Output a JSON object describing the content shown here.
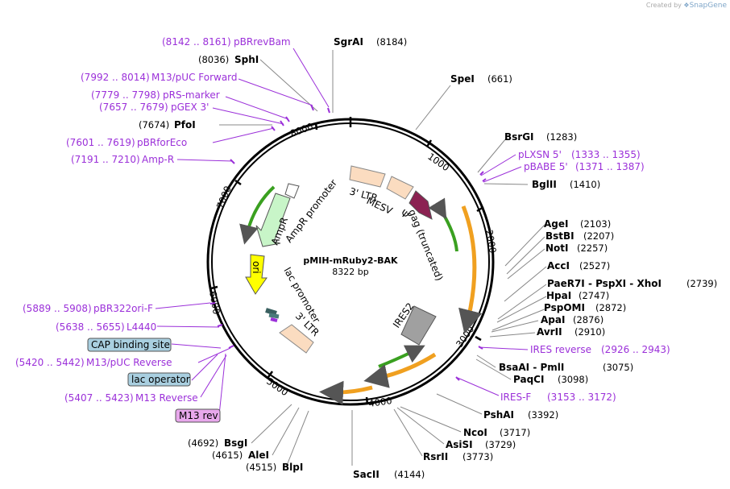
{
  "credit": {
    "prefix": "Created by",
    "brand": "SnapGene"
  },
  "plasmid": {
    "name": "pMIH-mRuby2-BAK",
    "size": "8322 bp"
  },
  "ticks": [
    "1000",
    "2000",
    "3000",
    "4000",
    "5000",
    "6000",
    "7000",
    "8000"
  ],
  "enzymes": [
    {
      "id": "sgrai",
      "name": "SgrAI",
      "pos": "(8184)"
    },
    {
      "id": "sphi",
      "name": "SphI",
      "pos": "(8036)"
    },
    {
      "id": "pfoi",
      "name": "PfoI",
      "pos": "(7674)"
    },
    {
      "id": "spei",
      "name": "SpeI",
      "pos": "(661)"
    },
    {
      "id": "bsrgi",
      "name": "BsrGI",
      "pos": "(1283)"
    },
    {
      "id": "bglii",
      "name": "BglII",
      "pos": "(1410)"
    },
    {
      "id": "agei",
      "name": "AgeI",
      "pos": "(2103)"
    },
    {
      "id": "bstbi",
      "name": "BstBI",
      "pos": "(2207)"
    },
    {
      "id": "noti",
      "name": "NotI",
      "pos": "(2257)"
    },
    {
      "id": "acci",
      "name": "AccI",
      "pos": "(2527)"
    },
    {
      "id": "paer7i",
      "name": "PaeR7I - PspXI - XhoI",
      "pos": "(2739)"
    },
    {
      "id": "hpai",
      "name": "HpaI",
      "pos": "(2747)"
    },
    {
      "id": "pspomi",
      "name": "PspOMI",
      "pos": "(2872)"
    },
    {
      "id": "apai",
      "name": "ApaI",
      "pos": "(2876)"
    },
    {
      "id": "avrii",
      "name": "AvrII",
      "pos": "(2910)"
    },
    {
      "id": "bsaai",
      "name": "BsaAI - PmlI",
      "pos": "(3075)"
    },
    {
      "id": "paqci",
      "name": "PaqCI",
      "pos": "(3098)"
    },
    {
      "id": "pshai",
      "name": "PshAI",
      "pos": "(3392)"
    },
    {
      "id": "ncoi",
      "name": "NcoI",
      "pos": "(3717)"
    },
    {
      "id": "asisi",
      "name": "AsiSI",
      "pos": "(3729)"
    },
    {
      "id": "rsrii",
      "name": "RsrII",
      "pos": "(3773)"
    },
    {
      "id": "sacii",
      "name": "SacII",
      "pos": "(4144)"
    },
    {
      "id": "bsgi",
      "name": "BsgI",
      "pos": "(4692)"
    },
    {
      "id": "alei",
      "name": "AleI",
      "pos": "(4615)"
    },
    {
      "id": "blpi",
      "name": "BlpI",
      "pos": "(4515)"
    }
  ],
  "primers": [
    {
      "id": "pbrrevbam",
      "name": "pBRrevBam",
      "pos": "(8142 .. 8161)"
    },
    {
      "id": "m13puc-fwd",
      "name": "M13/pUC Forward",
      "pos": "(7992 .. 8014)"
    },
    {
      "id": "prs-marker",
      "name": "pRS-marker",
      "pos": "(7779 .. 7798)"
    },
    {
      "id": "pgex3",
      "name": "pGEX 3'",
      "pos": "(7657 .. 7679)"
    },
    {
      "id": "pbrforeco",
      "name": "pBRforEco",
      "pos": "(7601 .. 7619)"
    },
    {
      "id": "amp-r",
      "name": "Amp-R",
      "pos": "(7191 .. 7210)"
    },
    {
      "id": "plxsn5",
      "name": "pLXSN 5'",
      "pos": "(1333 .. 1355)"
    },
    {
      "id": "pbabe5",
      "name": "pBABE 5'",
      "pos": "(1371 .. 1387)"
    },
    {
      "id": "ires-rev",
      "name": "IRES reverse",
      "pos": "(2926 .. 2943)"
    },
    {
      "id": "ires-f",
      "name": "IRES-F",
      "pos": "(3153 .. 3172)"
    },
    {
      "id": "pbr322ori-f",
      "name": "pBR322ori-F",
      "pos": "(5889 .. 5908)"
    },
    {
      "id": "l4440",
      "name": "L4440",
      "pos": "(5638 .. 5655)"
    },
    {
      "id": "m13puc-rev",
      "name": "M13/pUC Reverse",
      "pos": "(5420 .. 5442)"
    },
    {
      "id": "m13-reverse",
      "name": "M13 Reverse",
      "pos": "(5407 .. 5423)"
    }
  ],
  "boxed": [
    {
      "id": "cap",
      "label": "CAP binding site",
      "kind": "blue"
    },
    {
      "id": "lacop",
      "label": "lac operator",
      "kind": "blue"
    },
    {
      "id": "m13rev",
      "label": "M13 rev",
      "kind": "purple"
    }
  ],
  "features": {
    "ltr3_top": "3' LTR",
    "mesv": "MESV",
    "psi": "Ψ",
    "gag": "gag (truncated)",
    "ampr_promoter": "AmpR promoter",
    "ampr": "AmpR",
    "ori": "ori",
    "lac_promoter": "lac promoter",
    "ltr3_bottom": "3' LTR",
    "ires2": "IRES2"
  },
  "colors": {
    "primer": "#9b30d9",
    "ltr": "#fbdcc0",
    "gag": "#8b2252",
    "ampr": "#c8f5c8",
    "ori": "#ffff00",
    "ires": "#a0a0a0",
    "orf": "#f0a020",
    "green": "#3aa020"
  }
}
